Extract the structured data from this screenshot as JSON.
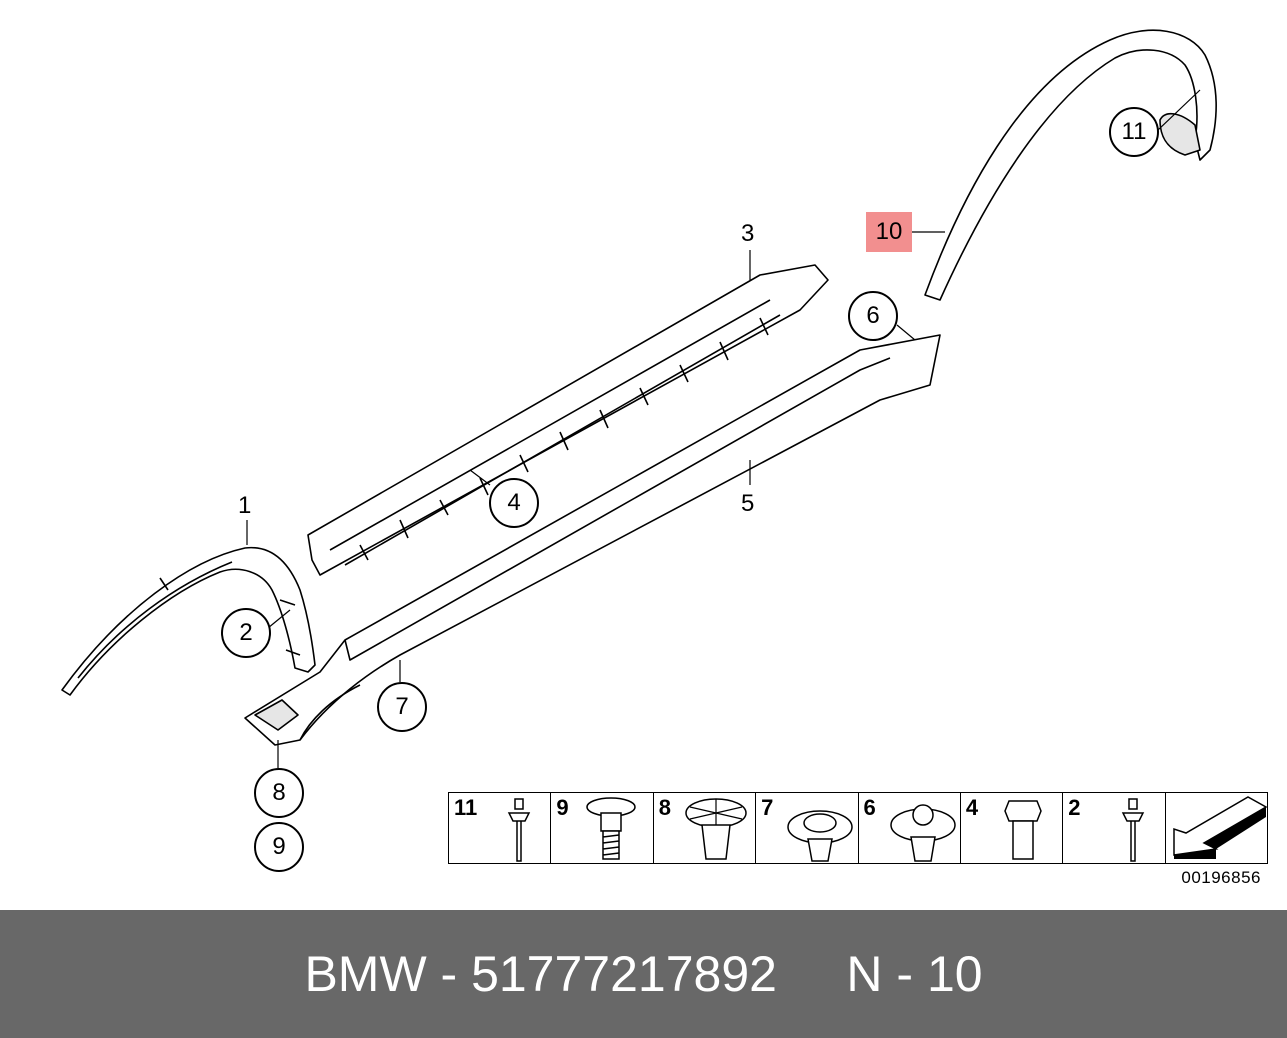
{
  "callouts": {
    "c1": "1",
    "c2": "2",
    "c3": "3",
    "c4": "4",
    "c5": "5",
    "c6": "6",
    "c7": "7",
    "c8": "8",
    "c9": "9",
    "c10": "10",
    "c11": "11"
  },
  "parts_table": [
    {
      "number": "11",
      "icon": "blind-rivet-icon"
    },
    {
      "number": "9",
      "icon": "screw-grommet-icon"
    },
    {
      "number": "8",
      "icon": "expanding-clip-icon"
    },
    {
      "number": "7",
      "icon": "push-clip-icon"
    },
    {
      "number": "6",
      "icon": "push-clip-icon"
    },
    {
      "number": "4",
      "icon": "hex-bolt-icon"
    },
    {
      "number": "2",
      "icon": "blind-rivet-icon"
    },
    {
      "number": "",
      "icon": "direction-arrow-icon"
    }
  ],
  "diagram_id": "00196856",
  "footer": {
    "text": "BMW - 51777217892     N - 10"
  },
  "colors": {
    "highlight": "#f28f8f",
    "footer_bg": "#686868",
    "footer_text": "#ffffff"
  }
}
